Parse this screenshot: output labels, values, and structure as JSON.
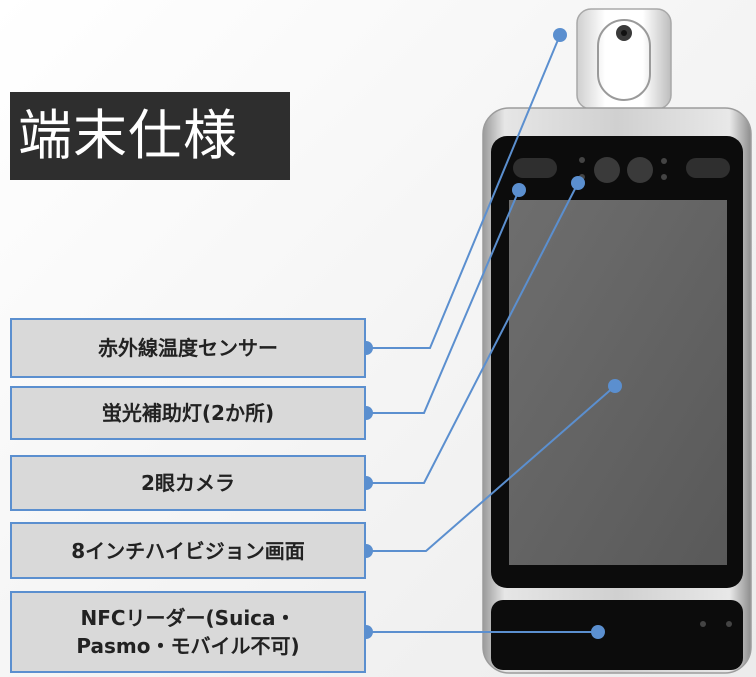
{
  "title": "端末仕様",
  "labels": {
    "infrared_sensor": "赤外線温度センサー",
    "fill_light": "蛍光補助灯(2か所)",
    "dual_camera": "2眼カメラ",
    "screen": "8インチハイビジョン画面",
    "nfc_line1": "NFCリーダー(Suica・",
    "nfc_line2": "Pasmo・モバイル不可)"
  },
  "colors": {
    "accent": "#5b8fcf",
    "label_bg": "#d9d9d9",
    "title_bg": "#2e2e2e"
  }
}
